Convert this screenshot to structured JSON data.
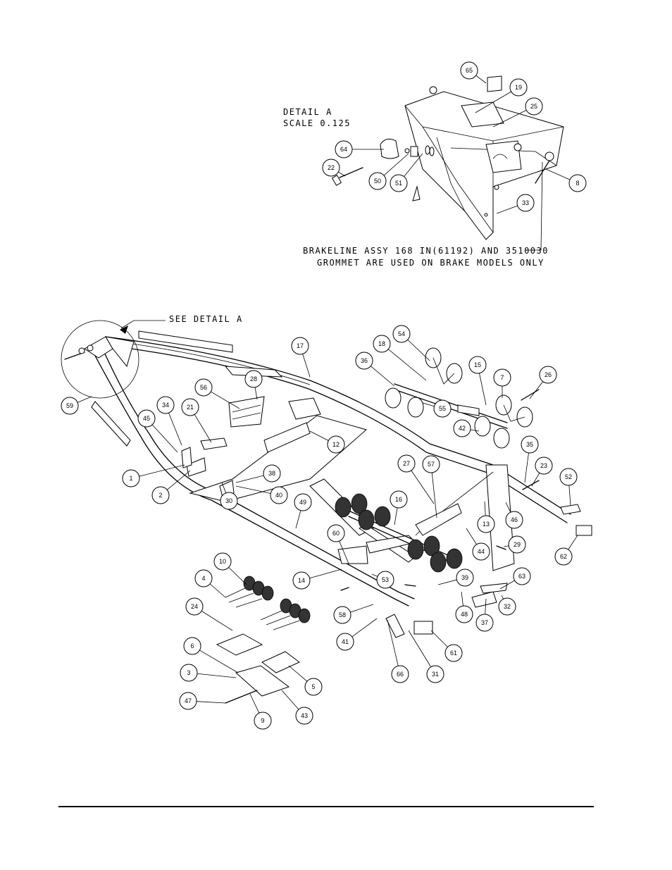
{
  "detail_title": "DETAIL  A",
  "detail_scale": "SCALE  0.125",
  "see_detail": "SEE DETAIL  A",
  "note_line1": "BRAKELINE ASSY 168 IN(61192) AND 3510030",
  "note_line2": "GROMMET ARE USED ON BRAKE MODELS ONLY",
  "callouts": [
    "1",
    "2",
    "3",
    "4",
    "5",
    "6",
    "7",
    "8",
    "9",
    "10",
    "12",
    "13",
    "14",
    "15",
    "16",
    "17",
    "18",
    "19",
    "21",
    "22",
    "23",
    "24",
    "25",
    "26",
    "27",
    "28",
    "29",
    "30",
    "31",
    "32",
    "33",
    "34",
    "35",
    "36",
    "37",
    "38",
    "39",
    "40",
    "41",
    "42",
    "43",
    "44",
    "45",
    "46",
    "47",
    "48",
    "49",
    "50",
    "51",
    "52",
    "53",
    "54",
    "55",
    "56",
    "57",
    "58",
    "59",
    "60",
    "61",
    "62",
    "63",
    "64",
    "65",
    "66"
  ]
}
